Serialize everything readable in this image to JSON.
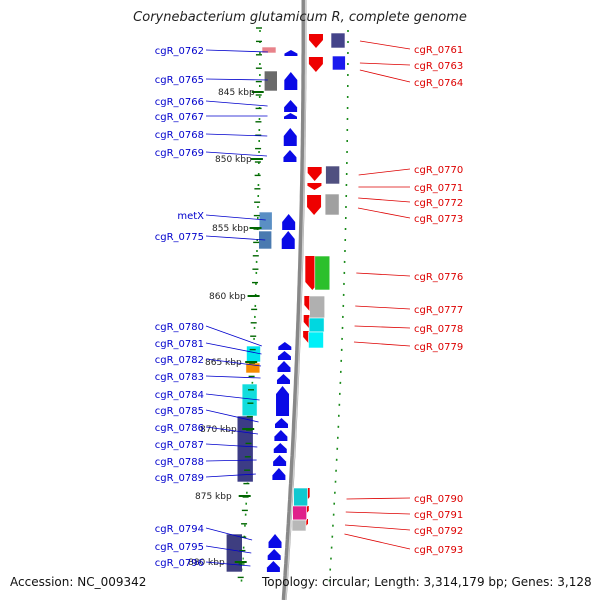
{
  "title": "Corynebacterium glutamicum R, complete genome",
  "accession_text": "Accession: NC_009342",
  "summary_text": "Topology: circular; Length: 3,314,179 bp; Genes: 3,128",
  "colors": {
    "forward_label": "#0000cc",
    "reverse_label": "#dd0000",
    "backbone": "#888888",
    "scale_tick": "#006600"
  },
  "scale_labels": [
    "845 kbp",
    "850 kbp",
    "855 kbp",
    "860 kbp",
    "865 kbp",
    "870 kbp",
    "875 kbp",
    "880 kbp"
  ],
  "forward_genes": [
    "cgR_0762",
    "cgR_0765",
    "cgR_0766",
    "cgR_0767",
    "cgR_0768",
    "cgR_0769",
    "metX",
    "cgR_0775",
    "cgR_0780",
    "cgR_0781",
    "cgR_0782",
    "cgR_0783",
    "cgR_0784",
    "cgR_0785",
    "cgR_0786",
    "cgR_0787",
    "cgR_0788",
    "cgR_0789",
    "cgR_0794",
    "cgR_0795",
    "cgR_0796"
  ],
  "reverse_genes": [
    "cgR_0761",
    "cgR_0763",
    "cgR_0764",
    "cgR_0770",
    "cgR_0771",
    "cgR_0772",
    "cgR_0773",
    "cgR_0776",
    "cgR_0777",
    "cgR_0778",
    "cgR_0779",
    "cgR_0790",
    "cgR_0791",
    "cgR_0792",
    "cgR_0793"
  ]
}
